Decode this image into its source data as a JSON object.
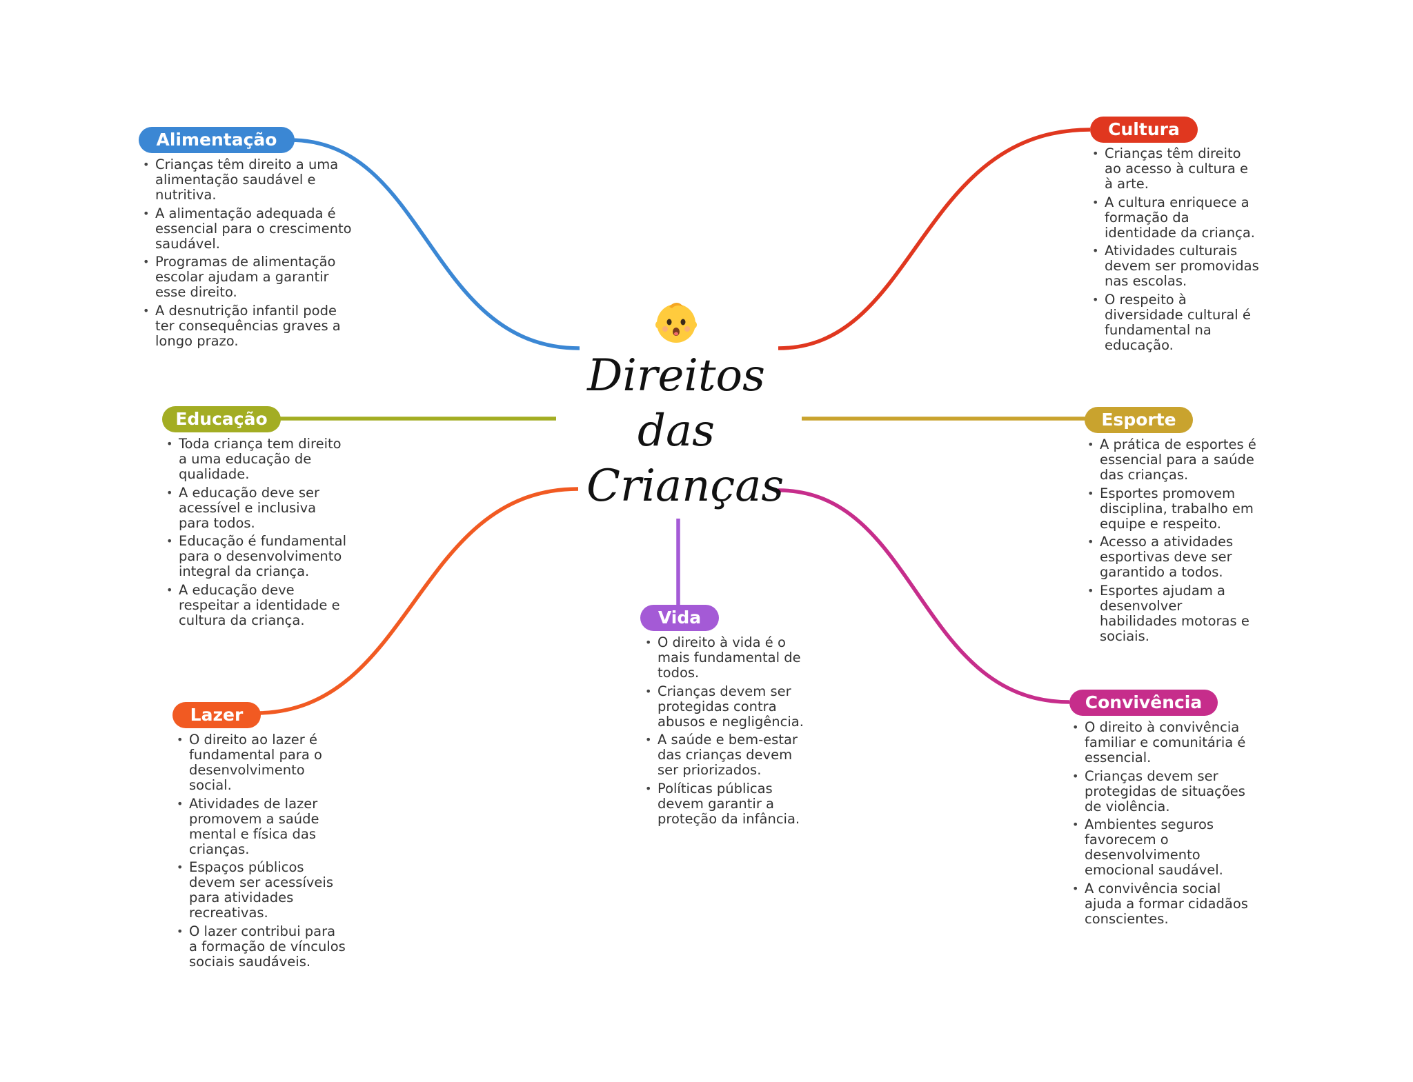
{
  "center": {
    "emoji": "baby-face-icon",
    "title_lines": [
      "Direitos",
      "das",
      "Crianças"
    ]
  },
  "colors": {
    "alimentacao": "#3b87d4",
    "cultura": "#e0371f",
    "educacao": "#a3ad23",
    "esporte": "#c9a32e",
    "lazer": "#f15a22",
    "convivencia": "#c62d8b",
    "vida": "#a45ad6"
  },
  "topics": {
    "alimentacao": {
      "title": "Alimentação",
      "items": [
        "Crianças têm direito a uma alimentação saudável e nutritiva.",
        "A alimentação adequada é essencial para o crescimento saudável.",
        "Programas de alimentação escolar ajudam a garantir esse direito.",
        "A desnutrição infantil pode ter consequências graves a longo prazo."
      ]
    },
    "cultura": {
      "title": "Cultura",
      "items": [
        "Crianças têm direito ao acesso à cultura e à arte.",
        "A cultura enriquece a formação da identidade da criança.",
        "Atividades culturais devem ser promovidas nas escolas.",
        "O respeito à diversidade cultural é fundamental na educação."
      ]
    },
    "educacao": {
      "title": "Educação",
      "items": [
        "Toda criança tem direito a uma educação de qualidade.",
        "A educação deve ser acessível e inclusiva para todos.",
        "Educação é fundamental para o desenvolvimento integral da criança.",
        "A educação deve respeitar a identidade e cultura da criança."
      ]
    },
    "esporte": {
      "title": "Esporte",
      "items": [
        "A prática de esportes é essencial para a saúde das crianças.",
        "Esportes promovem disciplina, trabalho em equipe e respeito.",
        "Acesso a atividades esportivas deve ser garantido a todos.",
        "Esportes ajudam a desenvolver habilidades motoras e sociais."
      ]
    },
    "lazer": {
      "title": "Lazer",
      "items": [
        "O direito ao lazer é fundamental para o desenvolvimento social.",
        "Atividades de lazer promovem a saúde mental e física das crianças.",
        "Espaços públicos devem ser acessíveis para atividades recreativas.",
        "O lazer contribui para a formação de vínculos sociais saudáveis."
      ]
    },
    "vida": {
      "title": "Vida",
      "items": [
        "O direito à vida é o mais fundamental de todos.",
        "Crianças devem ser protegidas contra abusos e negligência.",
        "A saúde e bem-estar das crianças devem ser priorizados.",
        "Políticas públicas devem garantir a proteção da infância."
      ]
    },
    "convivencia": {
      "title": "Convivência",
      "items": [
        "O direito à convivência familiar e comunitária é essencial.",
        "Crianças devem ser protegidas de situações de violência.",
        "Ambientes seguros favorecem o desenvolvimento emocional saudável.",
        "A convivência social ajuda a formar cidadãos conscientes."
      ]
    }
  }
}
